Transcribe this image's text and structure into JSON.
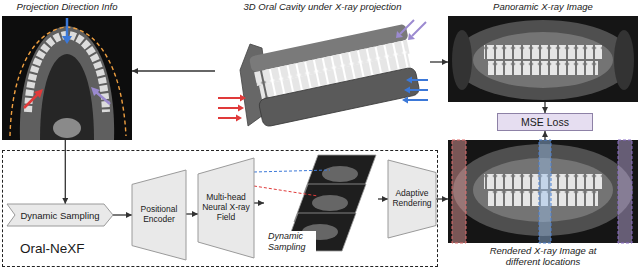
{
  "diagram": {
    "nodes": [
      {
        "text": [
          "Projection Direction Info"
        ]
      },
      {
        "text": [
          "3D Oral Cavity under X-ray projection"
        ]
      },
      {
        "text": [
          "Panoramic X-ray Image"
        ]
      },
      {
        "text": [
          "MSE Loss"
        ]
      },
      {
        "text": [
          "Oral-NeXF"
        ]
      },
      {
        "text": [
          "Dynamic Sampling"
        ],
        "in": 4
      },
      {
        "text": [
          "Positional Encoder"
        ],
        "in": 4
      },
      {
        "text": [
          "Multi-head Neural X-ray Field"
        ],
        "in": 4
      },
      {
        "text": [
          "Dynamic Sampling"
        ],
        "in": 4
      },
      {
        "text": [
          "Adaptive Rendering"
        ],
        "in": 4
      },
      {
        "text": [
          "Rendered X-ray Image at different locations"
        ]
      }
    ],
    "edges": [
      {
        "from": 1,
        "to": 0,
        "arrow": "to"
      },
      {
        "from": 1,
        "to": 2,
        "arrow": "to"
      },
      {
        "from": 0,
        "to": 5,
        "arrow": "to"
      },
      {
        "from": 5,
        "to": 6,
        "arrow": "to"
      },
      {
        "from": 6,
        "to": 7,
        "arrow": "to"
      },
      {
        "from": 7,
        "to": 8,
        "arrow": "to"
      },
      {
        "from": 8,
        "to": 9,
        "arrow": "to"
      },
      {
        "from": 9,
        "to": 10,
        "arrow": "to"
      },
      {
        "from": 2,
        "to": 3,
        "arrow": "to"
      },
      {
        "from": 10,
        "to": 3,
        "arrow": "to"
      }
    ]
  }
}
